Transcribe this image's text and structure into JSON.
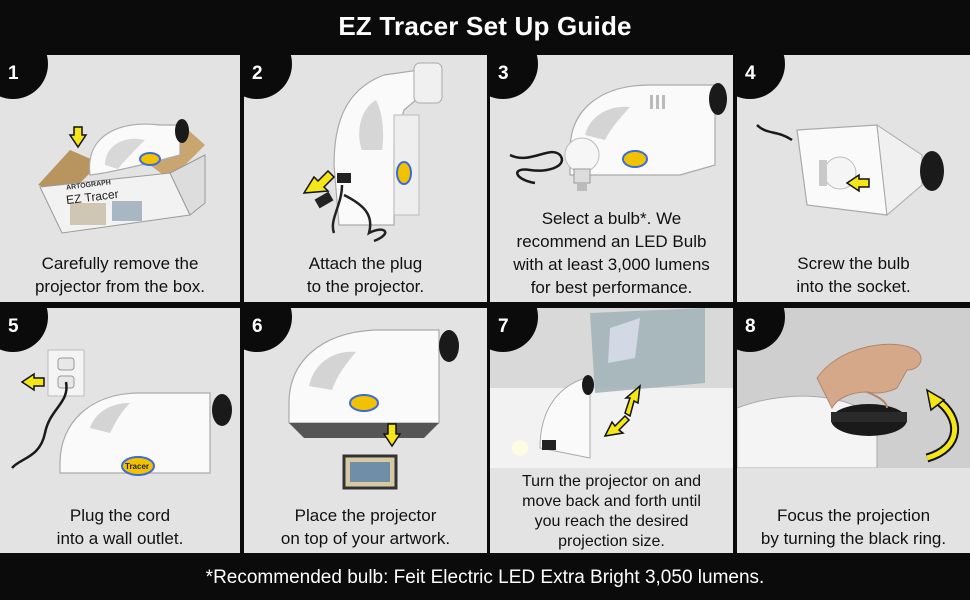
{
  "title": "EZ Tracer Set Up Guide",
  "footer": "*Recommended bulb: Feit Electric LED Extra Bright 3,050 lumens.",
  "colors": {
    "background": "#0b0b0b",
    "panel": "#e3e3e3",
    "arrow": "#f5e617",
    "text": "#111111"
  },
  "steps": [
    {
      "number": "1",
      "line1": "Carefully remove the",
      "line2": "projector from the box."
    },
    {
      "number": "2",
      "line1": "Attach the plug",
      "line2": "to the projector."
    },
    {
      "number": "3",
      "line1": "Select a bulb*. We",
      "line2": "recommend an LED Bulb",
      "line3": "with at least 3,000 lumens",
      "line4": "for best performance."
    },
    {
      "number": "4",
      "line1": "Screw the bulb",
      "line2": "into the socket."
    },
    {
      "number": "5",
      "line1": "Plug the cord",
      "line2": "into a wall outlet."
    },
    {
      "number": "6",
      "line1": "Place the projector",
      "line2": "on top of your artwork."
    },
    {
      "number": "7",
      "line1": "Turn the projector on and",
      "line2": "move back and forth until",
      "line3": "you reach the desired",
      "line4": "projection size."
    },
    {
      "number": "8",
      "line1": "Focus the projection",
      "line2": "by turning the black ring."
    }
  ],
  "box_brand": "ARTOGRAPH",
  "box_product": "EZ Tracer",
  "projector_label": "Tracer"
}
